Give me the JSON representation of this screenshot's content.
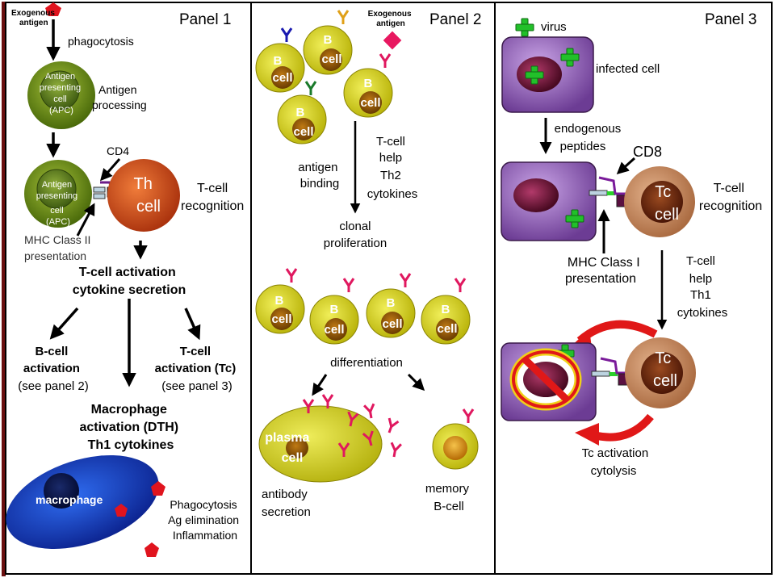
{
  "panel1": {
    "title": "Panel 1",
    "exogenous_antigen": [
      "Exogenous",
      "antigen"
    ],
    "phagocytosis": "phagocytosis",
    "apc_label": [
      "Antigen",
      "presenting",
      "cell",
      "(APC)"
    ],
    "antigen_processing": [
      "Antigen",
      "processing"
    ],
    "cd4": "CD4",
    "th_cell": [
      "Th",
      "cell"
    ],
    "tcell_recognition": [
      "T-cell",
      "recognition"
    ],
    "mhc_class2": [
      "MHC Class II",
      "presentation"
    ],
    "activation": [
      "T-cell activation",
      "cytokine secretion"
    ],
    "bcell_activation": [
      "B-cell",
      "activation",
      "(see panel 2)"
    ],
    "tcell_activation_tc": [
      "T-cell",
      "activation (Tc)",
      "(see panel 3)"
    ],
    "macrophage_activation": [
      "Macrophage",
      "activation (DTH)",
      "Th1 cytokines"
    ],
    "macrophage": "macrophage",
    "macrophage_effects": [
      "Phagocytosis",
      "Ag elimination",
      "Inflammation"
    ]
  },
  "panel2": {
    "title": "Panel 2",
    "exogenous_antigen": [
      "Exogenous",
      "antigen"
    ],
    "b_cell": [
      "B",
      "cell"
    ],
    "antigen_binding": [
      "antigen",
      "binding"
    ],
    "tcell_help": [
      "T-cell",
      "help",
      "Th2",
      "cytokines"
    ],
    "clonal_proliferation": [
      "clonal",
      "proliferation"
    ],
    "differentiation": "differentiation",
    "plasma_cell": [
      "plasma",
      "cell"
    ],
    "antibody_secretion": [
      "antibody",
      "secretion"
    ],
    "memory_bcell": [
      "memory",
      "B-cell"
    ]
  },
  "panel3": {
    "title": "Panel 3",
    "virus": "virus",
    "infected_cell": "infected cell",
    "endogenous_peptides": [
      "endogenous",
      "peptides"
    ],
    "cd8": "CD8",
    "tc_cell": [
      "Tc",
      "cell"
    ],
    "tcell_recognition": [
      "T-cell",
      "recognition"
    ],
    "mhc_class1": [
      "MHC Class I",
      "presentation"
    ],
    "tcell_help": [
      "T-cell",
      "help",
      "Th1",
      "cytokines"
    ],
    "tc_activation": [
      "Tc activation",
      "cytolysis"
    ]
  },
  "colors": {
    "apc_green": "#6e8c1a",
    "th_orange": "#d9531e",
    "bcell_yellow": "#d7d41a",
    "antibody_pink": "#e0185f",
    "infected_purple": "#8e5bb0",
    "tc_tan": "#c48a63",
    "virus_green": "#22c02a",
    "antigen_red": "#e0141e",
    "macrophage_blue": "#0f3fd0",
    "cytolysis_red": "#e01818"
  }
}
